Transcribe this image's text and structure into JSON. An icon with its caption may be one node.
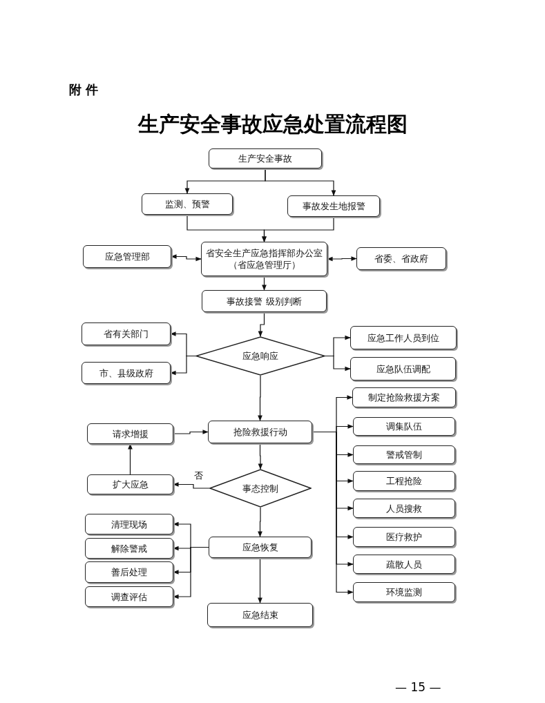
{
  "diagram": {
    "title": "生产安全事故应急处置流程图",
    "nodes": [
      {
        "text": [
          "生产安全事故"
        ]
      },
      {
        "text": [
          "监测、预警"
        ]
      },
      {
        "text": [
          "事故发生地报警"
        ]
      },
      {
        "text": [
          "应急管理部"
        ]
      },
      {
        "text": [
          "省安全生产应急指挥部办公室（省应急管理厅）"
        ]
      },
      {
        "text": [
          "省委、省政府"
        ]
      },
      {
        "text": [
          "事故接警 级别判断"
        ]
      },
      {
        "text": [
          "省有关部门"
        ]
      },
      {
        "text": [
          "应急响应"
        ]
      },
      {
        "text": [
          "应急工作人员到位"
        ]
      },
      {
        "text": [
          "市、县级政府"
        ]
      },
      {
        "text": [
          "应急队伍调配"
        ]
      },
      {
        "text": [
          "制定抢险救援方案"
        ]
      },
      {
        "text": [
          "请求增援"
        ]
      },
      {
        "text": [
          "抢险救援行动"
        ]
      },
      {
        "text": [
          "调集队伍"
        ]
      },
      {
        "text": [
          "警戒管制"
        ]
      },
      {
        "text": [
          "扩大应急"
        ]
      },
      {
        "text": [
          "事态控制"
        ]
      },
      {
        "text": [
          "工程抢险"
        ]
      },
      {
        "text": [
          "人员搜救"
        ]
      },
      {
        "text": [
          "清理现场"
        ]
      },
      {
        "text": [
          "医疗救护"
        ]
      },
      {
        "text": [
          "应急恢复"
        ]
      },
      {
        "text": [
          "解除警戒"
        ]
      },
      {
        "text": [
          "疏散人员"
        ]
      },
      {
        "text": [
          "善后处理"
        ]
      },
      {
        "text": [
          "调查评估"
        ]
      },
      {
        "text": [
          "环境监测"
        ]
      },
      {
        "text": [
          "应急结束"
        ]
      }
    ],
    "edges": [
      {
        "from": 0,
        "to": 1,
        "arrow": "to"
      },
      {
        "from": 0,
        "to": 2,
        "arrow": "to"
      },
      {
        "from": 1,
        "to": 4,
        "arrow": "to"
      },
      {
        "from": 2,
        "to": 4,
        "arrow": "to"
      },
      {
        "from": 3,
        "to": 4,
        "arrow": "both"
      },
      {
        "from": 4,
        "to": 5,
        "arrow": "both"
      },
      {
        "from": 4,
        "to": 6,
        "arrow": "to"
      },
      {
        "from": 6,
        "to": 8,
        "arrow": "to"
      },
      {
        "from": 8,
        "to": 7,
        "arrow": "to"
      },
      {
        "from": 8,
        "to": 10,
        "arrow": "to"
      },
      {
        "from": 8,
        "to": 9,
        "arrow": "to"
      },
      {
        "from": 8,
        "to": 11,
        "arrow": "to"
      },
      {
        "from": 8,
        "to": 14,
        "arrow": "to"
      },
      {
        "from": 13,
        "to": 14,
        "arrow": "to"
      },
      {
        "from": 14,
        "to": 12,
        "arrow": "to"
      },
      {
        "from": 14,
        "to": 15,
        "arrow": "to"
      },
      {
        "from": 14,
        "to": 16,
        "arrow": "to"
      },
      {
        "from": 14,
        "to": 19,
        "arrow": "to"
      },
      {
        "from": 14,
        "to": 20,
        "arrow": "to"
      },
      {
        "from": 14,
        "to": 22,
        "arrow": "to"
      },
      {
        "from": 14,
        "to": 25,
        "arrow": "to"
      },
      {
        "from": 14,
        "to": 28,
        "arrow": "to"
      },
      {
        "from": 14,
        "to": 18,
        "arrow": "to"
      },
      {
        "from": 18,
        "to": 17,
        "label": "否",
        "arrow": "to"
      },
      {
        "from": 17,
        "to": 13,
        "arrow": "to"
      },
      {
        "from": 18,
        "to": 23,
        "arrow": "to"
      },
      {
        "from": 23,
        "to": 21,
        "arrow": "to"
      },
      {
        "from": 23,
        "to": 24,
        "arrow": "to"
      },
      {
        "from": 23,
        "to": 26,
        "arrow": "to"
      },
      {
        "from": 23,
        "to": 27,
        "arrow": "to"
      },
      {
        "from": 23,
        "to": 29,
        "arrow": "to"
      }
    ],
    "labels": [
      "附 件",
      "— 15 —"
    ]
  }
}
